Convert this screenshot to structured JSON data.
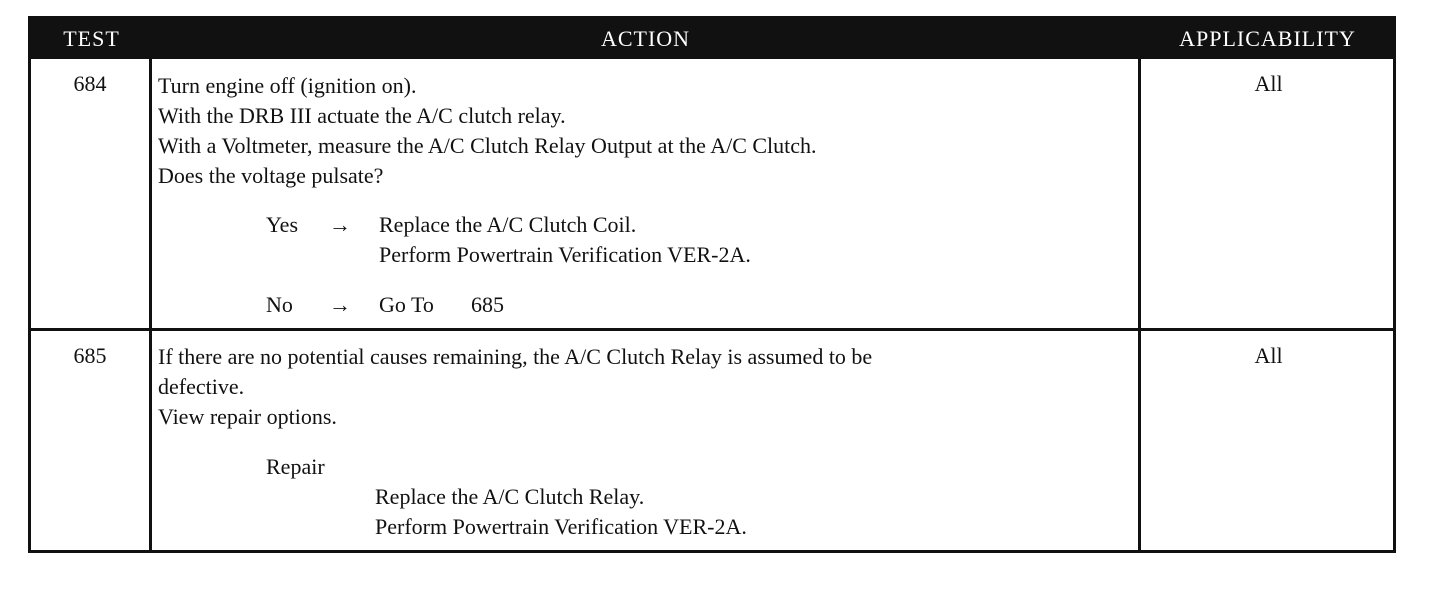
{
  "header": {
    "test": "TEST",
    "action": "ACTION",
    "applicability": "APPLICABILITY"
  },
  "rows": [
    {
      "test": "684",
      "action_lines": [
        "Turn engine off (ignition on).",
        "With the DRB III actuate the A/C clutch relay.",
        "With a Voltmeter, measure the A/C Clutch Relay Output at the A/C Clutch.",
        "Does the voltage pulsate?"
      ],
      "yes_label": "Yes",
      "arrow": "→",
      "yes_lines": [
        "Replace the A/C Clutch Coil.",
        "Perform Powertrain Verification VER-2A."
      ],
      "no_label": "No",
      "no_text": "Go To",
      "no_target": "685",
      "applicability": "All"
    },
    {
      "test": "685",
      "action_lines": [
        "If there are no potential causes remaining, the A/C Clutch Relay is assumed to be",
        "defective.",
        "View repair options."
      ],
      "repair_label": "Repair",
      "repair_lines": [
        "Replace the A/C Clutch Relay.",
        "Perform Powertrain Verification VER-2A."
      ],
      "applicability": "All"
    }
  ]
}
